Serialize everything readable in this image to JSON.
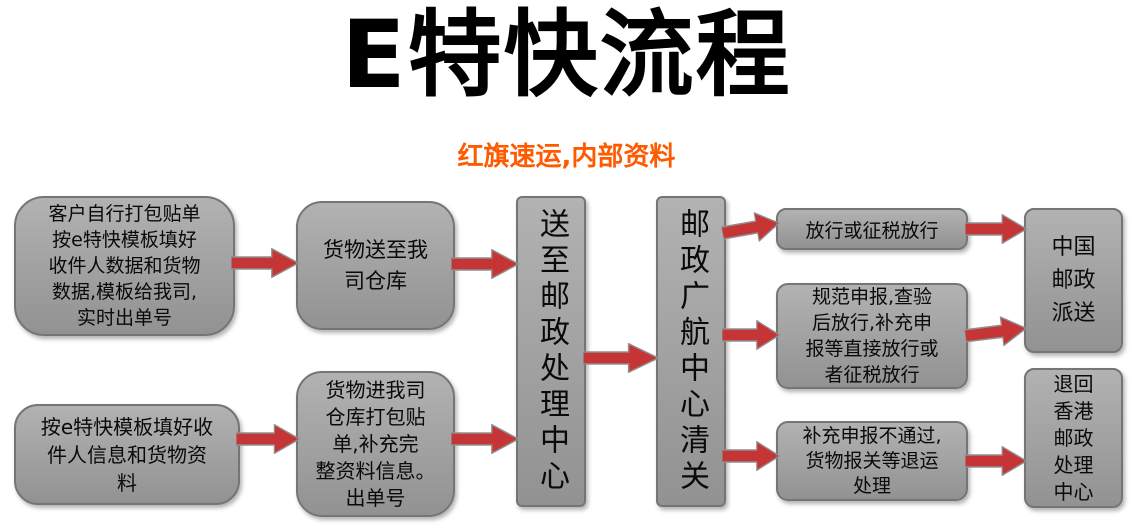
{
  "title": "E特快流程",
  "subtitle": "红旗速运,内部资料",
  "colors": {
    "title_color": "#000000",
    "subtitle_color": "#ff5a00",
    "box_fill": "#929292",
    "box_fill_light": "#b2b2b2",
    "box_border": "#757575",
    "arrow_fill": "#c63535",
    "arrow_border": "#8f8f8f"
  },
  "nodes": {
    "pack_self": {
      "text": "客户自行打包贴单\n按e特快模板填好\n收件人数据和货物\n数据,模板给我司,\n实时出单号"
    },
    "fill_template": {
      "text": "按e特快模板填好收\n件人信息和货物资\n料"
    },
    "deliver_warehouse": {
      "text": "货物送至我\n司仓库"
    },
    "warehouse_pack": {
      "text": "货物进我司\n仓库打包贴\n单,补充完\n整资料信息。\n出单号"
    },
    "postal_center": {
      "text": "送至邮政处理中心"
    },
    "customs": {
      "text": "邮政广航中心清关"
    },
    "release": {
      "text": "放行或征税放行"
    },
    "declare": {
      "text": "规范申报,查验\n后放行,补充申\n报等直接放行或\n者征税放行"
    },
    "fail_return": {
      "text": "补充申报不通过,\n货物报关等退运\n处理"
    },
    "china_post": {
      "text": "中国\n邮政\n派送"
    },
    "return_hk": {
      "text": "退回\n香港\n邮政\n处理\n中心"
    }
  }
}
